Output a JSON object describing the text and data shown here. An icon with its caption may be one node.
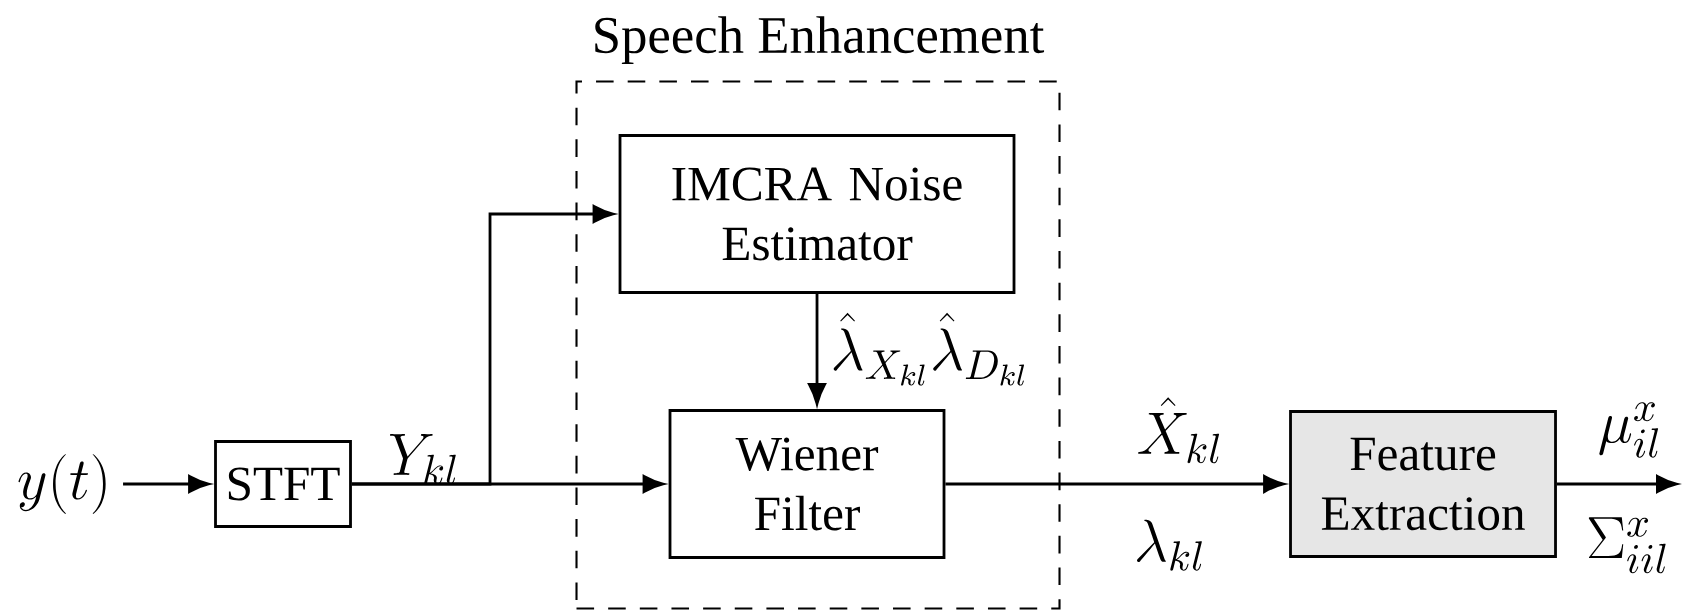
{
  "diagram": {
    "nodes": [
      {
        "text": [
          "y(t)"
        ]
      },
      {
        "text": [
          "STFT"
        ]
      },
      {
        "text": [
          "Speech Enhancement"
        ]
      },
      {
        "text": [
          "IMCRA Noise Estimator"
        ],
        "in": 2
      },
      {
        "text": [
          "Wiener Filter"
        ],
        "in": 2
      },
      {
        "text": [
          "Feature Extraction"
        ]
      }
    ],
    "edges": [
      {
        "from": 0,
        "to": 1,
        "arrow": "to"
      },
      {
        "from": 1,
        "to": 3,
        "arrow": "to"
      },
      {
        "from": 1,
        "to": 4,
        "arrow": "to",
        "label": "Y_{kl}"
      },
      {
        "from": 3,
        "to": 4,
        "arrow": "to",
        "label": "\\hat{\\lambda}_{X_{kl}}\\hat{\\lambda}_{D_{kl}}"
      },
      {
        "from": 4,
        "to": 5,
        "arrow": "to",
        "label": "\\hat{X}_{kl}"
      },
      {
        "from": 5,
        "to": null,
        "arrow": "to",
        "label": "\\mu^{x}_{il}"
      }
    ],
    "labels": [
      "\\lambda_{kl}",
      "\\Sigma^{x}_{iil}"
    ]
  }
}
